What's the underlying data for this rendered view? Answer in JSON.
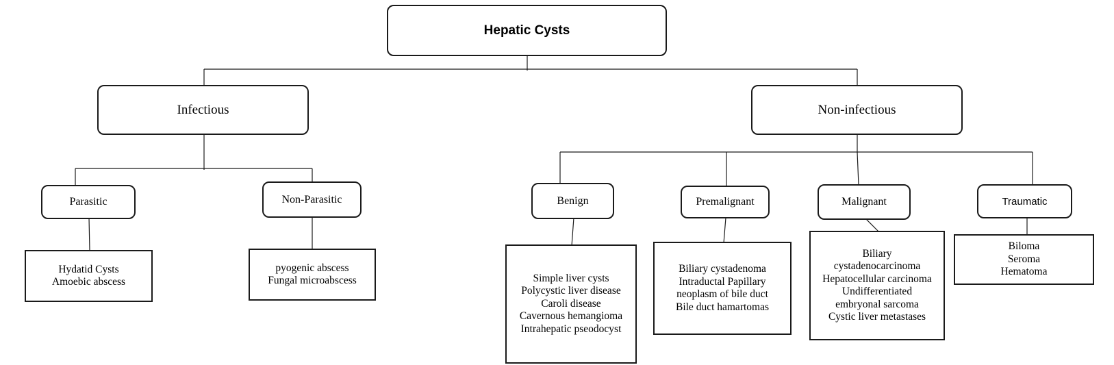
{
  "root": {
    "label": "Hepatic Cysts"
  },
  "infectious": {
    "label": "Infectious",
    "parasitic": {
      "label": "Parasitic",
      "items": [
        "Hydatid Cysts",
        "Amoebic abscess"
      ]
    },
    "non_parasitic": {
      "label": "Non-Parasitic",
      "items": [
        "pyogenic abscess",
        "Fungal microabscess"
      ]
    }
  },
  "non_infectious": {
    "label": "Non-infectious",
    "benign": {
      "label": "Benign",
      "items": [
        "Simple liver cysts",
        "Polycystic liver disease",
        "Caroli disease",
        "Cavernous hemangioma",
        "Intrahepatic pseodocyst"
      ]
    },
    "premalignant": {
      "label": "Premalignant",
      "items": [
        "Biliary cystadenoma",
        "Intraductal Papillary",
        "neoplasm of bile duct",
        "Bile duct hamartomas"
      ]
    },
    "malignant": {
      "label": "Malignant",
      "items": [
        "Biliary",
        "cystadenocarcinoma",
        "Hepatocellular carcinoma",
        "Undifferentiated",
        "embryonal sarcoma",
        "Cystic liver metastases"
      ]
    },
    "traumatic": {
      "label": "Traumatic",
      "items": [
        "Biloma",
        "Seroma",
        "Hematoma"
      ]
    }
  }
}
